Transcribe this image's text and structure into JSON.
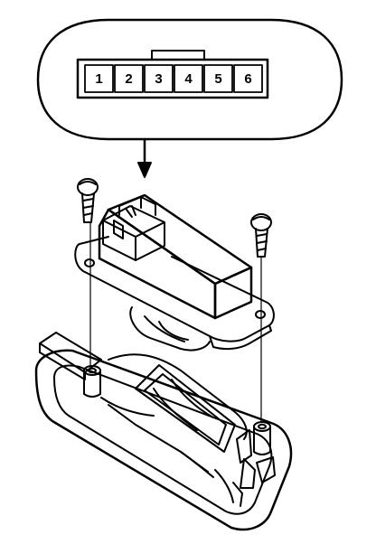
{
  "connector_view": {
    "terminals": [
      "1",
      "2",
      "3",
      "4",
      "5",
      "6"
    ]
  },
  "colors": {
    "line": "#000000",
    "background": "#ffffff"
  },
  "parts": {
    "screws": [
      "screw-left",
      "screw-right"
    ],
    "components": [
      "switch-module",
      "mounting-bracket",
      "lower-housing"
    ]
  }
}
